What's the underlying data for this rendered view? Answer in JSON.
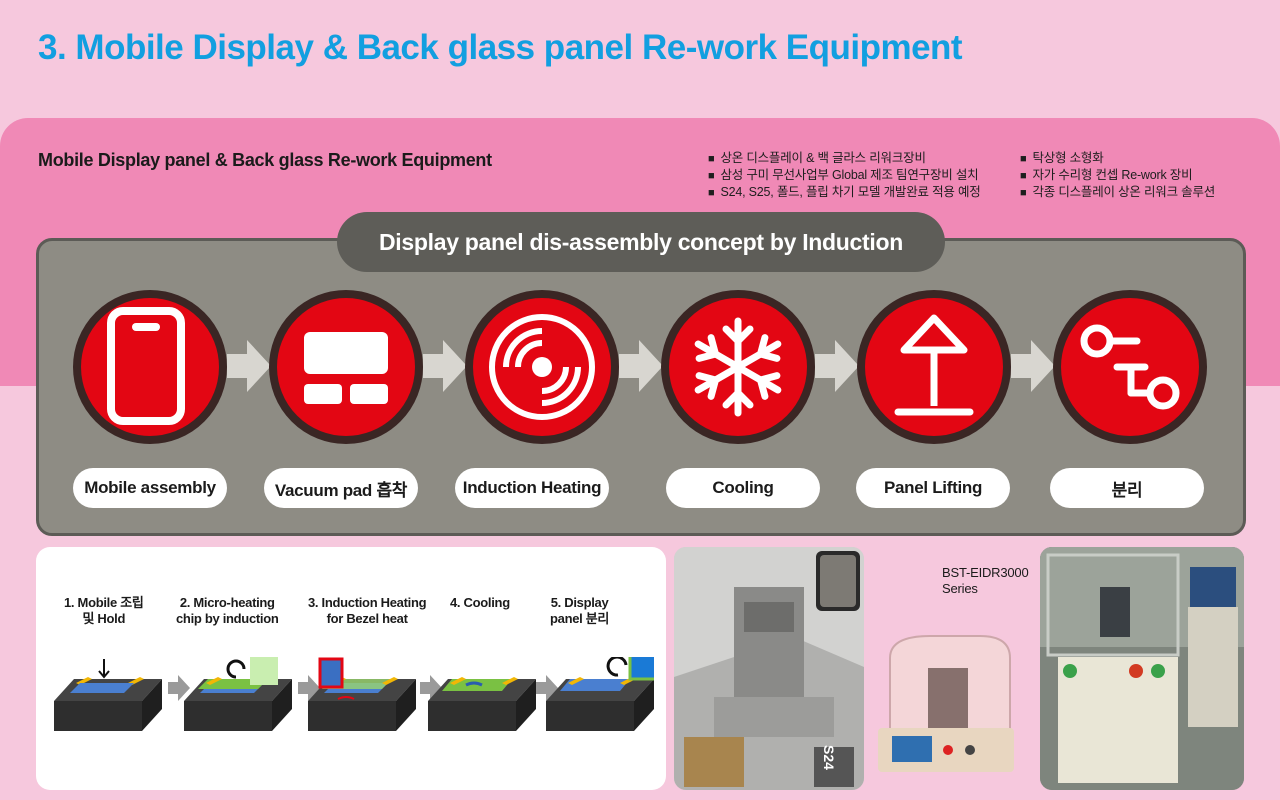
{
  "page_title": "3. Mobile Display & Back glass panel Re-work Equipment",
  "section_heading": "Mobile Display panel & Back glass Re-work Equipment",
  "features_col1": [
    "상온 디스플레이 & 백 글라스 리워크장비",
    "삼성 구미 무선사업부 Global 제조 팀연구장비 설치",
    "S24, S25, 폴드, 플립 차기 모델 개발완료 적용 예정"
  ],
  "features_col2": [
    "탁상형 소형화",
    "자가 수리형 컨셉 Re-work 장비",
    "각종 디스플레이 상온 리워크 솔루션"
  ],
  "concept_title": "Display panel dis-assembly concept by Induction",
  "steps": [
    {
      "label": "Mobile assembly",
      "icon": "smartphone-icon"
    },
    {
      "label": "Vacuum pad 흡착",
      "icon": "vacuum-pad-icon"
    },
    {
      "label": "Induction Heating",
      "icon": "induction-coil-icon"
    },
    {
      "label": "Cooling",
      "icon": "snowflake-icon"
    },
    {
      "label": "Panel Lifting",
      "icon": "lift-arrow-icon"
    },
    {
      "label": "분리",
      "icon": "separation-icon"
    }
  ],
  "diagram_steps": [
    "1. Mobile 조립\n및 Hold",
    "2. Micro-heating\nchip by induction",
    "3. Induction Heating\nfor Bezel heat",
    "4. Cooling",
    "5. Display\npanel 분리"
  ],
  "phone_model_text": "S24",
  "model_label": "BST-EIDR3000\nSeries",
  "colors": {
    "title_blue": "#129fe0",
    "accent_red": "#e30613",
    "band_pink": "#f089b6",
    "panel_gray": "#8e8c84"
  }
}
